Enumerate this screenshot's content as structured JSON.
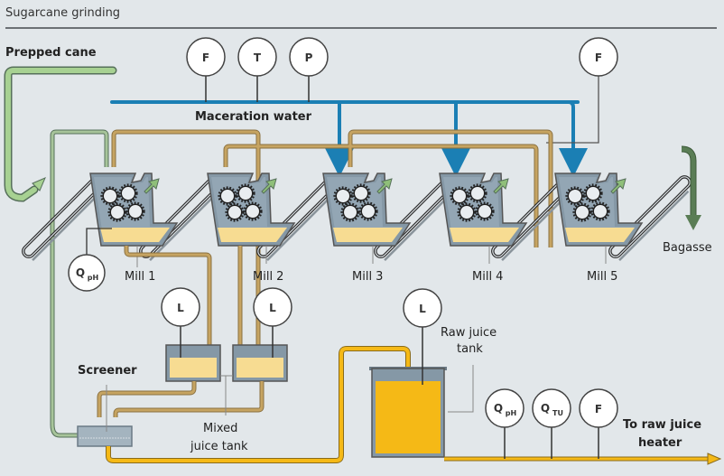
{
  "title": "Sugarcane grinding",
  "labels": {
    "prepped_cane": "Prepped cane",
    "maceration_water": "Maceration water",
    "bagasse": "Bagasse",
    "screener": "Screener",
    "mixed_juice_tank_line1": "Mixed",
    "mixed_juice_tank_line2": "juice tank",
    "raw_juice_tank_line1": "Raw juice",
    "raw_juice_tank_line2": "tank",
    "to_heater_line1": "To raw juice",
    "to_heater_line2": "heater"
  },
  "mills": [
    {
      "label": "Mill 1"
    },
    {
      "label": "Mill 2"
    },
    {
      "label": "Mill 3"
    },
    {
      "label": "Mill 4"
    },
    {
      "label": "Mill 5"
    }
  ],
  "instruments": {
    "maceration_flow": {
      "symbol": "F",
      "sub": ""
    },
    "maceration_temp": {
      "symbol": "T",
      "sub": ""
    },
    "maceration_pressure": {
      "symbol": "P",
      "sub": ""
    },
    "mill5_flow": {
      "symbol": "F",
      "sub": ""
    },
    "mill1_ph": {
      "symbol": "Q",
      "sub": "pH"
    },
    "mixed_tank1_level": {
      "symbol": "L",
      "sub": ""
    },
    "mixed_tank2_level": {
      "symbol": "L",
      "sub": ""
    },
    "raw_tank_level": {
      "symbol": "L",
      "sub": ""
    },
    "outlet_ph": {
      "symbol": "Q",
      "sub": "pH"
    },
    "outlet_turbidity": {
      "symbol": "Q",
      "sub": "TU"
    },
    "outlet_flow": {
      "symbol": "F",
      "sub": ""
    }
  },
  "colors": {
    "background": "#e2e7ea",
    "maceration_water": "#1b7fb4",
    "juice_pipe": "#c6a462",
    "raw_juice": "#f5b916",
    "cane": "#a7d192",
    "bagasse": "#5a7d55",
    "mill_body": "#8598a6",
    "juice_fill": "#f7dc92"
  }
}
